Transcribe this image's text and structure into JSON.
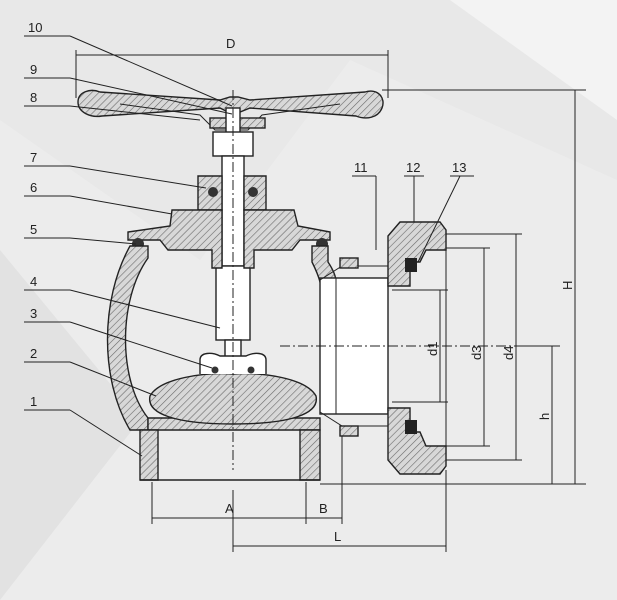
{
  "callouts": [
    "1",
    "2",
    "3",
    "4",
    "5",
    "6",
    "7",
    "8",
    "9",
    "10",
    "11",
    "12",
    "13"
  ],
  "dimensions": {
    "D": "D",
    "H": "H",
    "A": "A",
    "B": "B",
    "L": "L",
    "h": "h",
    "d1": "d1",
    "d3": "d3",
    "d4": "d4"
  },
  "colors": {
    "background": "#ececec",
    "line": "#222222",
    "hatch": "#7a7a7a"
  }
}
